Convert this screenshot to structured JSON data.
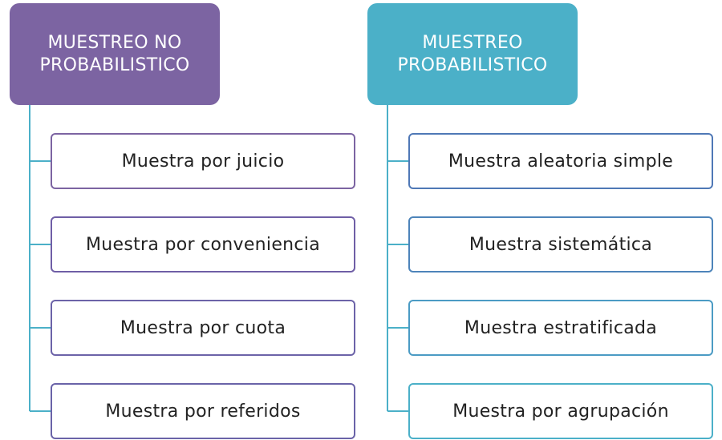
{
  "colors": {
    "left_header": "#7c64a2",
    "right_header": "#4bb0c8",
    "connector": "#4bb0c8",
    "left_item_borders": [
      "#7c64a2",
      "#6f5ea6",
      "#6c63a8",
      "#6a63a8"
    ],
    "right_item_borders": [
      "#4f78b6",
      "#4d84ba",
      "#4b9bc4",
      "#4bb0c8"
    ]
  },
  "left": {
    "title": "MUESTREO NO PROBABILISTICO",
    "items": [
      "Muestra por juicio",
      "Muestra por conveniencia",
      "Muestra por cuota",
      "Muestra por referidos"
    ]
  },
  "right": {
    "title": "MUESTREO PROBABILISTICO",
    "items": [
      "Muestra aleatoria simple",
      "Muestra sistemática",
      "Muestra estratificada",
      "Muestra por agrupación"
    ]
  }
}
